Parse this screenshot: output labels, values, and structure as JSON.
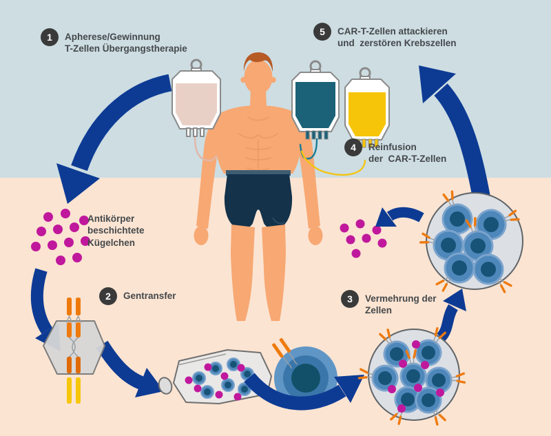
{
  "steps": [
    {
      "number": "1",
      "label": "Apherese/Gewinnung\nT-Zellen Übergangstherapie"
    },
    {
      "number": "2",
      "label": "Gentransfer"
    },
    {
      "number": "3",
      "label": "Vermehrung der\nZellen"
    },
    {
      "number": "4",
      "label": "Reinfusion\nder  CAR-T-Zellen"
    },
    {
      "number": "5",
      "label": "CAR-T-Zellen attackieren\nund  zerstören Krebszellen"
    }
  ],
  "annotations": {
    "beads_label": "Antikörper\nbeschichtete\nKügelchen"
  },
  "icon_names": [
    "plasma-bag-icon",
    "teal-infusion-bag-icon",
    "yellow-infusion-bag-icon",
    "patient-figure",
    "antibody-beads-cluster-icon",
    "removed-beads-cluster-icon",
    "viral-vector-hexagon-icon",
    "car-gene-construct-icon",
    "culture-flask-icon",
    "car-t-cell-icon",
    "expansion-dish-with-beads-icon",
    "car-t-cell-dish-icon",
    "cycle-arrow-icon"
  ],
  "colors": {
    "background_top": "#cddde2",
    "background_bottom": "#fbe4d2",
    "arrow": "#0d3b94",
    "bead": "#c0189c",
    "cell_body": "#4e87ba",
    "cell_nucleus": "#175377",
    "bag_teal": "#1b6278",
    "bag_yellow": "#f6c50a",
    "bag_plasma": "#e9d0c6",
    "skin": "#f7a873",
    "hair": "#b65a26",
    "shorts": "#14324a",
    "receptor_orange": "#ee7a0e",
    "receptor_yellow": "#f7c60a",
    "vector_gray": "#d6d6d6",
    "dish_fill": "#dcdfe4",
    "badge": "#3a3a3a",
    "text": "#44484b"
  }
}
